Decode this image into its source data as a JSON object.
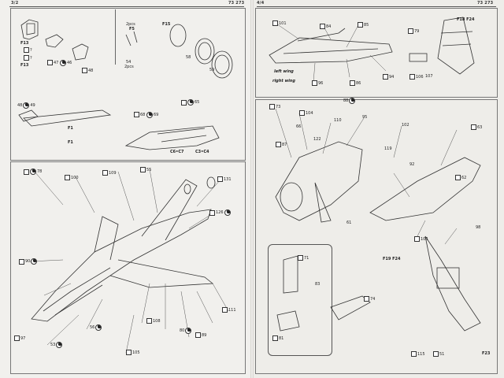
{
  "header": {
    "left_page_number": "3/2",
    "left_product_code": "73 273",
    "right_page_number": "4/4",
    "right_product_code": "73 273"
  },
  "callouts": {
    "F13_top": "F13",
    "F13_bottom": "F13",
    "q1": "?",
    "q2": "?",
    "n47": "47",
    "n46": "46",
    "n48": "48",
    "pcs2a": "2pcs",
    "F5": "F5",
    "n54": "54",
    "pcs2b": "2pcs",
    "F15": "F15",
    "n58": "58",
    "n59": "59",
    "n48b": "48",
    "n49": "49",
    "F1a": "F1",
    "F1b": "F1",
    "n68": "68",
    "n69": "69",
    "n65": "65",
    "c6c7": "C6•C7",
    "c3c4": "C3•C4",
    "n78": "78",
    "n100": "100",
    "n109": "109",
    "n55": "55",
    "n131": "131",
    "n126": "126",
    "n90": "90",
    "n97": "97",
    "n53": "53",
    "n56": "56",
    "n108": "108",
    "n80": "80",
    "n89": "89",
    "n111": "111",
    "n105": "105",
    "r101": "101",
    "r84": "84",
    "r85": "85",
    "r94": "94",
    "r96": "96",
    "r86": "86",
    "left_wing": "left wing",
    "right_wing": "right wing",
    "F18F24": "F18 F24",
    "r79": "79",
    "r106": "106",
    "r107": "107",
    "r73": "73",
    "r88": "88",
    "r104": "104",
    "r110": "110",
    "r66": "66",
    "r122": "122",
    "r87": "87",
    "r95": "95",
    "r102": "102",
    "r63": "63",
    "r119": "119",
    "r92": "92",
    "r62": "62",
    "r61": "61",
    "r98": "98",
    "r103": "103",
    "r71": "71",
    "r83": "83",
    "r74": "74",
    "r81": "81",
    "F19F24": "F19 F24",
    "r115": "115",
    "r51": "51",
    "F23": "F23"
  }
}
